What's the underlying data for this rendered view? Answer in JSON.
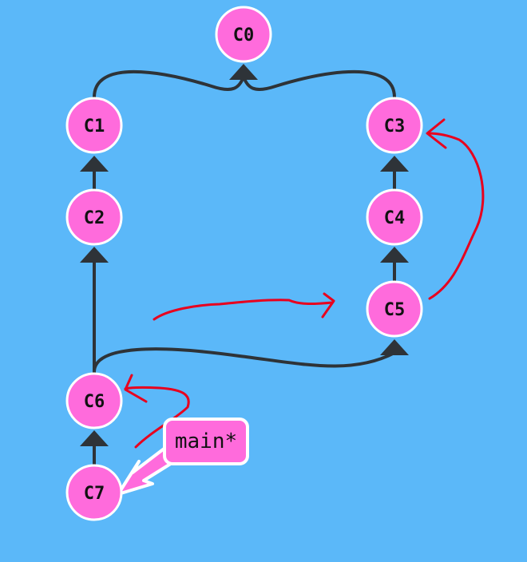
{
  "graph": {
    "title": "Commit graph",
    "commits": [
      {
        "id": "C0",
        "label": "C0"
      },
      {
        "id": "C1",
        "label": "C1"
      },
      {
        "id": "C2",
        "label": "C2"
      },
      {
        "id": "C3",
        "label": "C3"
      },
      {
        "id": "C4",
        "label": "C4"
      },
      {
        "id": "C5",
        "label": "C5"
      },
      {
        "id": "C6",
        "label": "C6"
      },
      {
        "id": "C7",
        "label": "C7"
      }
    ],
    "edges": [
      {
        "from": "C1",
        "to": "C0"
      },
      {
        "from": "C3",
        "to": "C0"
      },
      {
        "from": "C2",
        "to": "C1"
      },
      {
        "from": "C4",
        "to": "C3"
      },
      {
        "from": "C5",
        "to": "C4"
      },
      {
        "from": "C6",
        "to": "C2"
      },
      {
        "from": "C6",
        "to": "C5"
      },
      {
        "from": "C7",
        "to": "C6"
      }
    ],
    "branch": {
      "label": "main*",
      "target": "C7"
    },
    "colors": {
      "background": "#5bb8f9",
      "node_fill": "#ff6bdc",
      "node_stroke": "#ffffff",
      "edge": "#2e3338",
      "annotation": "#e8001e",
      "label_text": "#111111"
    }
  }
}
